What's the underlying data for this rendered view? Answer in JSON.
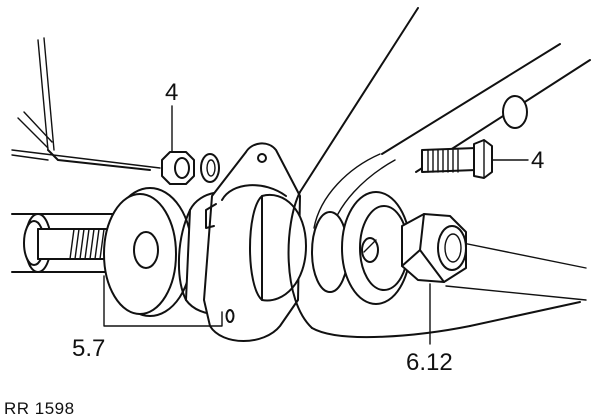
{
  "callouts": {
    "nut_top": "4",
    "bolt_right": "4",
    "bush_assembly": "5.7",
    "locknut": "6.12"
  },
  "reference": "RR 1598"
}
